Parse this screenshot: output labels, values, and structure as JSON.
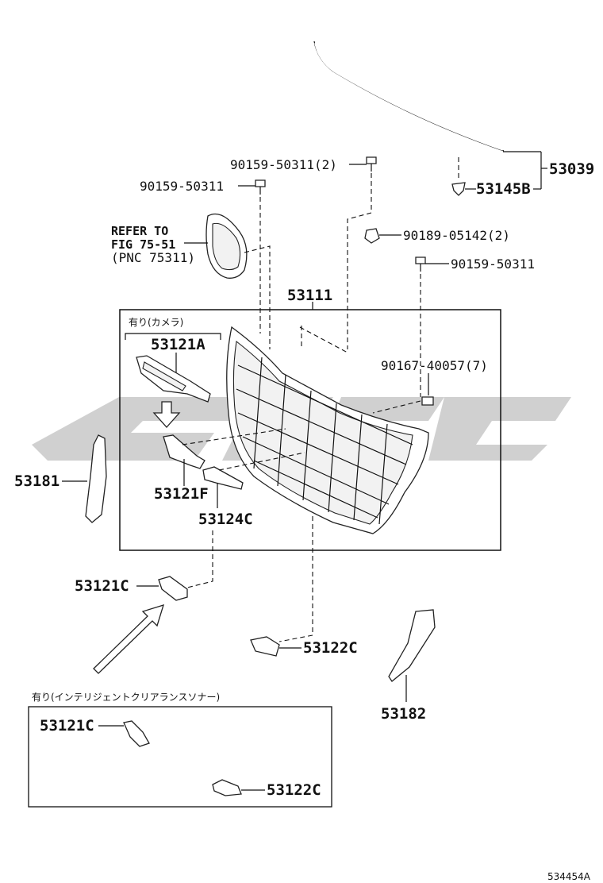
{
  "watermark": {
    "color": "#c8c8c8"
  },
  "labels": {
    "p53039": "53039",
    "p53145b": "53145B",
    "s1": "90159-50311(2)",
    "s2": "90159-50311",
    "c1": "90189-05142(2)",
    "s3": "90159-50311",
    "refer1": "REFER TO",
    "refer2": "FIG 75-51",
    "refer3": "(PNC 75311)",
    "p53111": "53111",
    "camera_note": "有り(カメラ)",
    "p53121a": "53121A",
    "clip7": "90167-40057(7)",
    "p53181": "53181",
    "p53121f": "53121F",
    "p53124c": "53124C",
    "p53121c": "53121C",
    "p53122c": "53122C",
    "p53182": "53182",
    "sonar_note": "有り(インテリジェントクリアランスソナー)",
    "box_53121c": "53121C",
    "box_53122c": "53122C",
    "diagram_id": "534454A"
  }
}
